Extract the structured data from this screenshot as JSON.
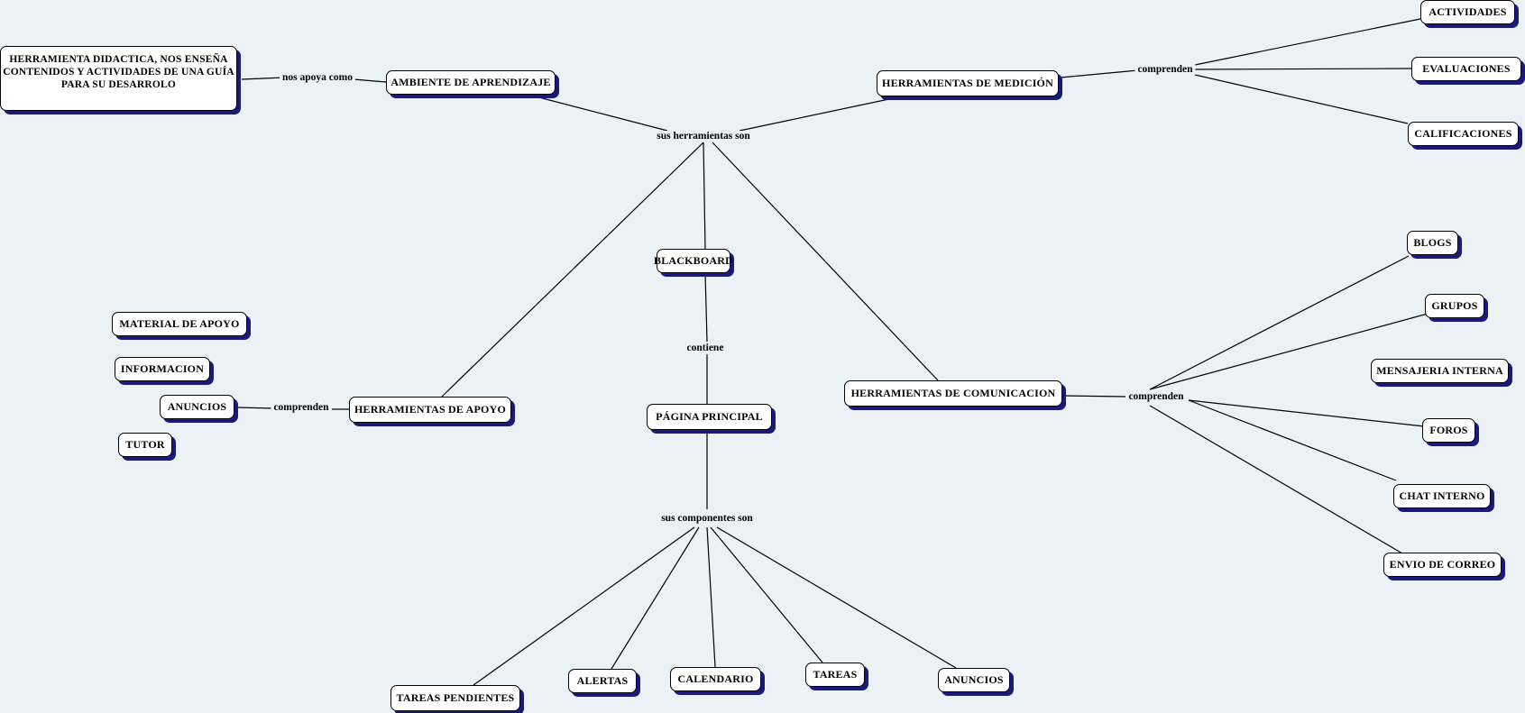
{
  "nodes": {
    "blackboard": "BLACKBOARD",
    "ambiente": "AMBIENTE DE APRENDIZAJE",
    "herramienta_didactica": "HERRAMIENTA DIDACTICA, NOS ENSEÑA CONTENIDOS Y ACTIVIDADES DE UNA GUÍA PARA SU DESARROLO",
    "medicion": "HERRAMIENTAS DE MEDICIÓN",
    "actividades": "ACTIVIDADES",
    "evaluaciones": "EVALUACIONES",
    "calificaciones": "CALIFICACIONES",
    "comunicacion": "HERRAMIENTAS DE COMUNICACION",
    "blogs": "BLOGS",
    "grupos": "GRUPOS",
    "mensajeria": "MENSAJERIA INTERNA",
    "foros": "FOROS",
    "chat": "CHAT INTERNO",
    "correo": "ENVIO DE CORREO",
    "apoyo": "HERRAMIENTAS DE APOYO",
    "material": "MATERIAL DE APOYO",
    "informacion": "INFORMACION",
    "anuncios_apoyo": "ANUNCIOS",
    "tutor": "TUTOR",
    "pagina": "PÁGINA PRINCIPAL",
    "tareas_pendientes": "TAREAS PENDIENTES",
    "alertas": "ALERTAS",
    "calendario": "CALENDARIO",
    "tareas": "TAREAS",
    "anuncios": "ANUNCIOS"
  },
  "links": {
    "herramientas_son": "sus herramientas son",
    "nos_apoya": "nos apoya como",
    "comprenden_medicion": "comprenden",
    "comprenden_comunicacion": "comprenden",
    "comprenden_apoyo": "comprenden",
    "contiene": "contiene",
    "componentes_son": "sus componentes son"
  }
}
